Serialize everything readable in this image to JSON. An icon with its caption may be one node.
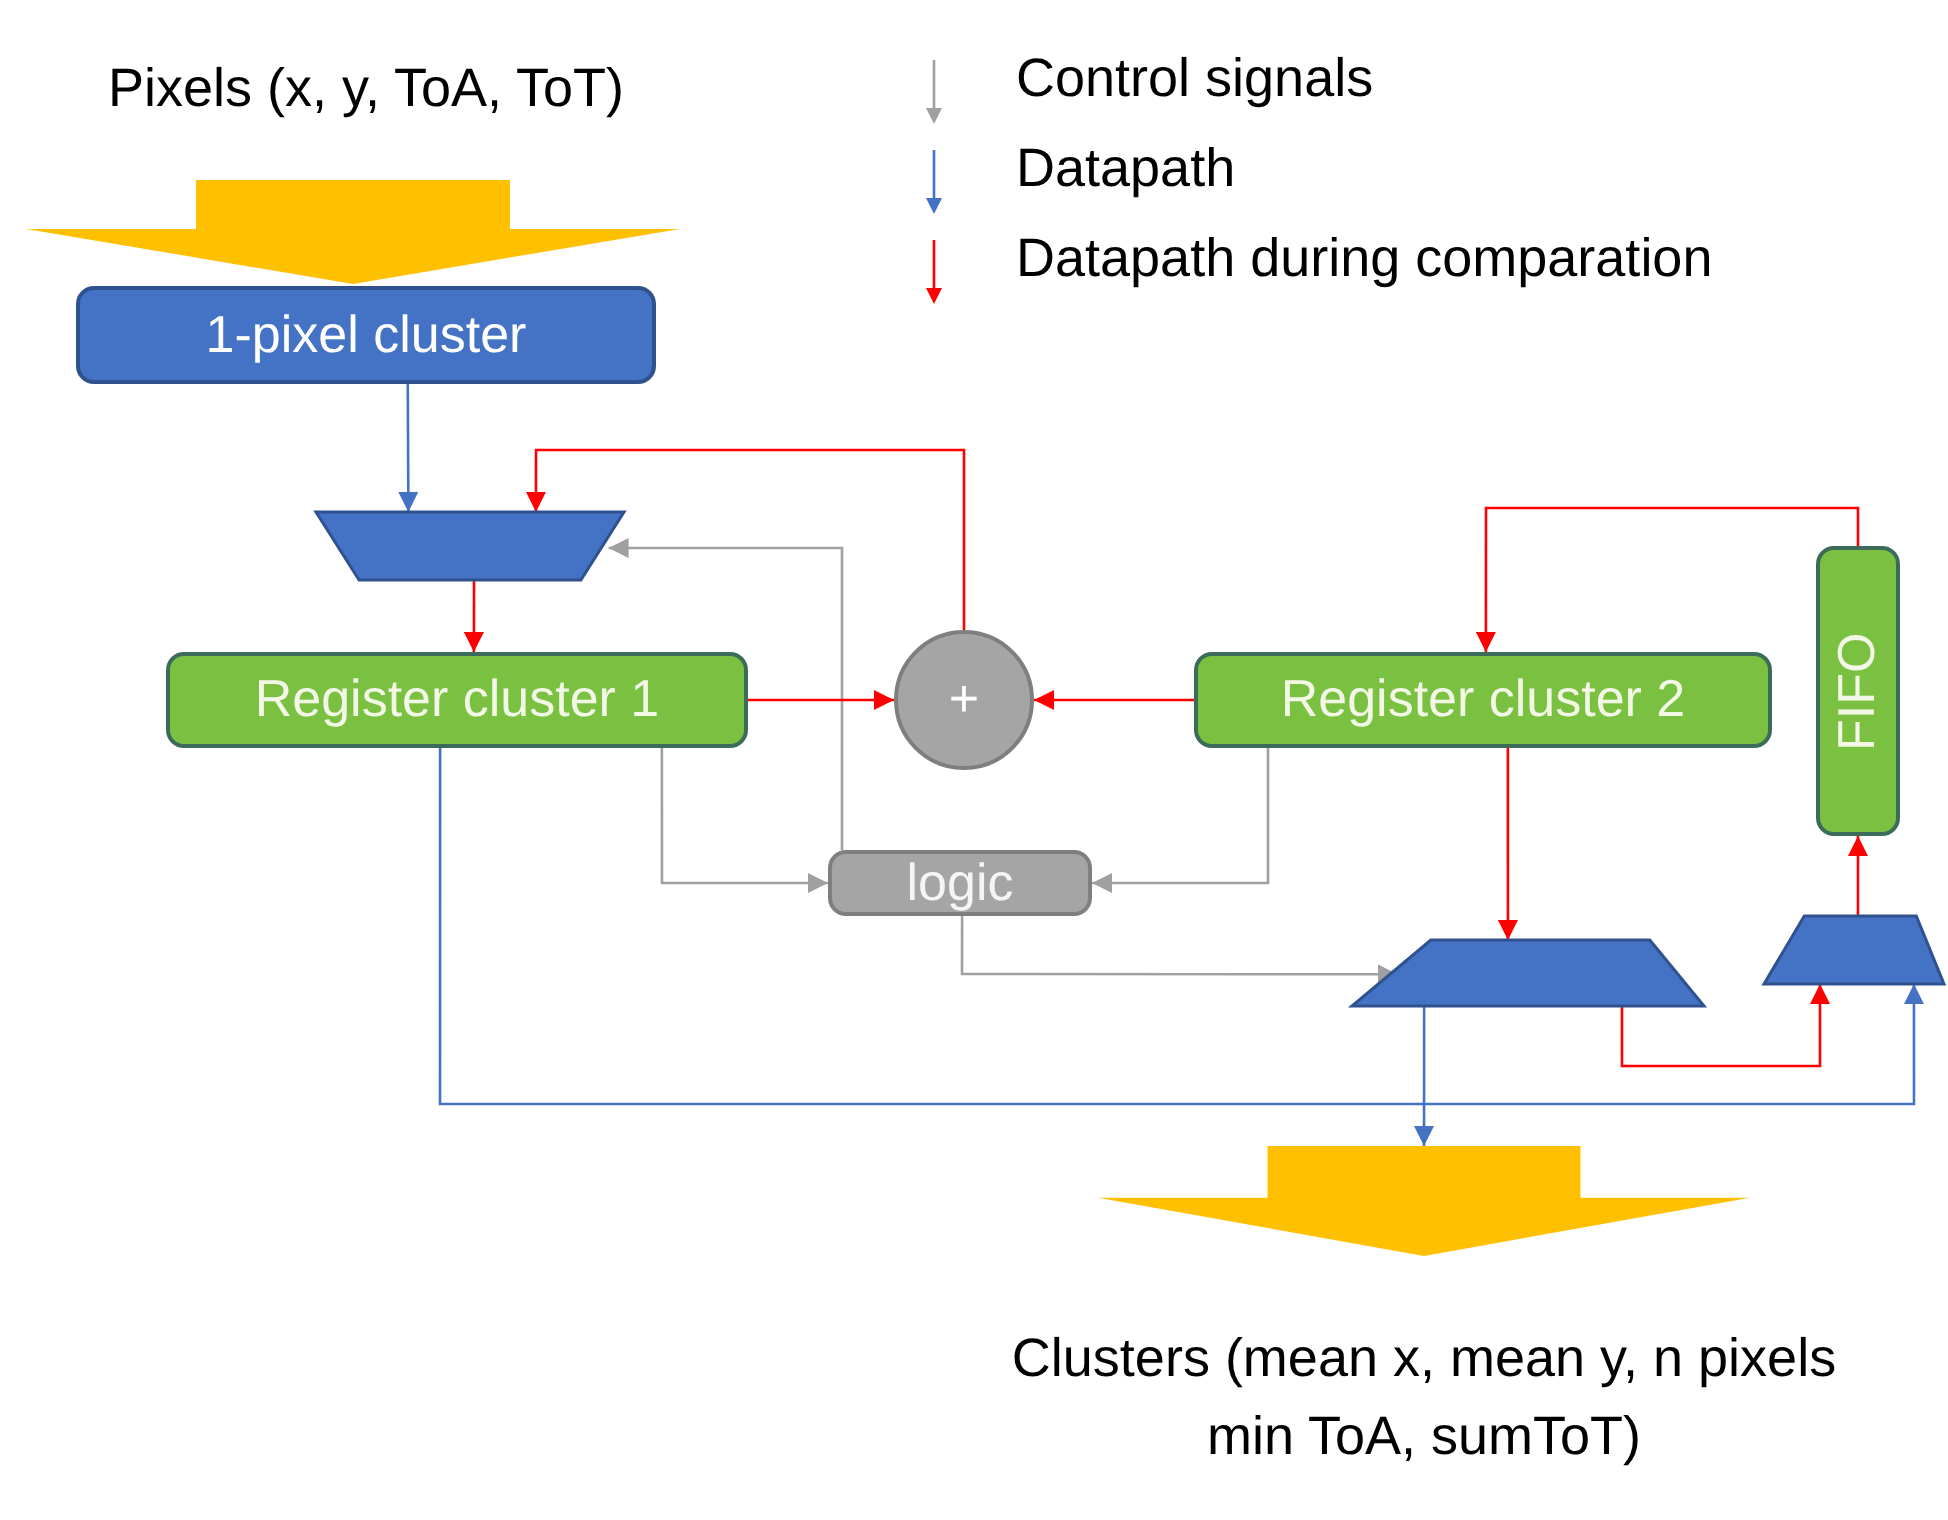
{
  "diagram": {
    "nodes": [
      {
        "text": [
          "Pixels (x, y, ToA, ToT)"
        ]
      },
      {
        "text": [],
        "shape": "arrow"
      },
      {
        "text": [
          "1-pixel cluster"
        ]
      },
      {
        "text": [],
        "shape": "trapezoid"
      },
      {
        "text": [
          "Register cluster 1"
        ]
      },
      {
        "text": [
          "+"
        ]
      },
      {
        "text": [
          "Register cluster 2"
        ]
      },
      {
        "text": [
          "FIFO"
        ]
      },
      {
        "text": [
          "logic"
        ]
      },
      {
        "text": [],
        "shape": "trapezoid"
      },
      {
        "text": [],
        "shape": "trapezoid"
      },
      {
        "text": [],
        "shape": "arrow"
      },
      {
        "text": [
          "Clusters (mean x, mean y, n pixels min ToA, sumToT)"
        ]
      }
    ],
    "edges": [
      {
        "from": 2,
        "to": 3,
        "arrow": "to",
        "color": "#4472c4"
      },
      {
        "from": 5,
        "to": 3,
        "arrow": "to"
      },
      {
        "from": 8,
        "to": 3,
        "arrow": "to",
        "color": "#a0a0a0"
      },
      {
        "from": 3,
        "to": 4,
        "arrow": "to"
      },
      {
        "from": 4,
        "to": 5,
        "arrow": "to"
      },
      {
        "from": 6,
        "to": 5,
        "arrow": "to"
      },
      {
        "from": 4,
        "to": 8,
        "arrow": "to",
        "color": "#a0a0a0"
      },
      {
        "from": 6,
        "to": 8,
        "arrow": "to",
        "color": "#a0a0a0"
      },
      {
        "from": 7,
        "to": 6,
        "arrow": "to"
      },
      {
        "from": 6,
        "to": 9,
        "arrow": "to"
      },
      {
        "from": 8,
        "to": 9,
        "arrow": "to",
        "color": "#a0a0a0"
      },
      {
        "from": 9,
        "to": 10,
        "arrow": "to"
      },
      {
        "from": 4,
        "to": 10,
        "arrow": "to",
        "color": "#4472c4"
      },
      {
        "from": 10,
        "to": 7,
        "arrow": "to"
      },
      {
        "from": 9,
        "to": 11,
        "arrow": "to",
        "color": "#4472c4"
      }
    ],
    "legend": [
      {
        "text": "Control signals"
      },
      {
        "text": "Datapath"
      },
      {
        "text": "Datapath during comparation"
      }
    ]
  }
}
